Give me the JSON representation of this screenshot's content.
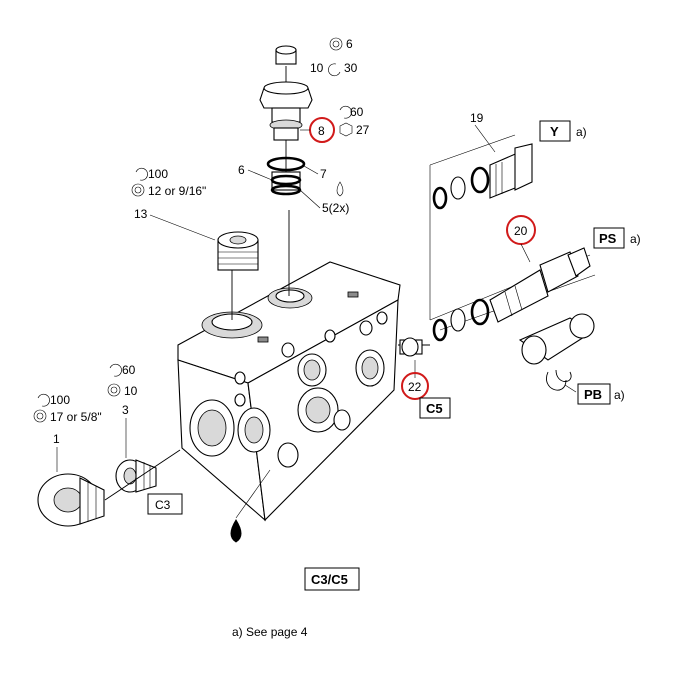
{
  "diagram": {
    "title": "C3/C5",
    "footnote": "a) See page 4",
    "highlight_color": "#d11a1a",
    "part_numbers": {
      "p1": "1",
      "p3": "3",
      "p5": "5(2x)",
      "p6": "6",
      "p7": "7",
      "p8": "8",
      "p10": "10",
      "p13": "13",
      "p19": "19",
      "p20": "20",
      "p22": "22"
    },
    "torque_specs": {
      "t100a": "100",
      "s17": "17 or 5/8\"",
      "t60a": "60",
      "s10": "10",
      "t100b": "100",
      "s12": "12 or 9/16\"",
      "t60b": "60",
      "s27": "27",
      "s6": "6",
      "t30": "30"
    },
    "callout_boxes": {
      "y": "Y",
      "ps": "PS",
      "pb": "PB",
      "c3": "C3",
      "c5": "C5"
    },
    "refs": {
      "y_ref": "a)",
      "ps_ref": "a)",
      "pb_ref": "a)"
    },
    "highlighted_parts": [
      "8",
      "20",
      "22"
    ]
  }
}
